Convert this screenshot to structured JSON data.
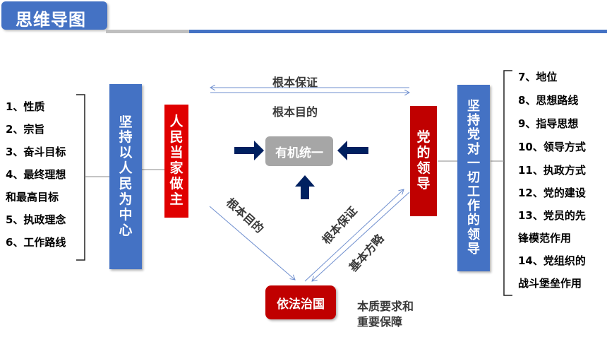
{
  "title": "思维导图",
  "left_list": [
    "1、性质",
    "2、宗旨",
    "3、奋斗目标",
    "4、最终理想",
    "和最高目标",
    "5、执政理念",
    "6、工作路线"
  ],
  "right_list": [
    "7、地位",
    "8、思想路线",
    "9、指导思想",
    "10、领导方式",
    "11、执政方式",
    "12、党的建设",
    "13、党员的先",
    "锋模范作用",
    "14、党组织的",
    "战斗堡垒作用"
  ],
  "left_blue_box": [
    "坚",
    "持",
    "以",
    "人",
    "民",
    "为",
    "中",
    "心"
  ],
  "left_red_box": [
    "人",
    "民",
    "当",
    "家",
    "做",
    "主"
  ],
  "right_red_box": [
    "党",
    "的",
    "领",
    "导"
  ],
  "right_blue_box": [
    "坚",
    "持",
    "党",
    "对",
    "一",
    "切",
    "工",
    "作",
    "的",
    "领",
    "导"
  ],
  "center_box": "有机统一",
  "bottom_box": "依法治国",
  "labels": {
    "top_guarantee": "根本保证",
    "top_purpose": "根本目的",
    "diag_purpose": "根本目的",
    "diag_guarantee": "根本保证",
    "diag_strategy": "基本方略",
    "essence_line1": "本质要求和",
    "essence_line2": "重要保障"
  },
  "colors": {
    "blue": "#4472c4",
    "red": "#e00000",
    "dark_red": "#c00000",
    "gray": "#a6a6a6",
    "navy_arrow": "#002060"
  }
}
